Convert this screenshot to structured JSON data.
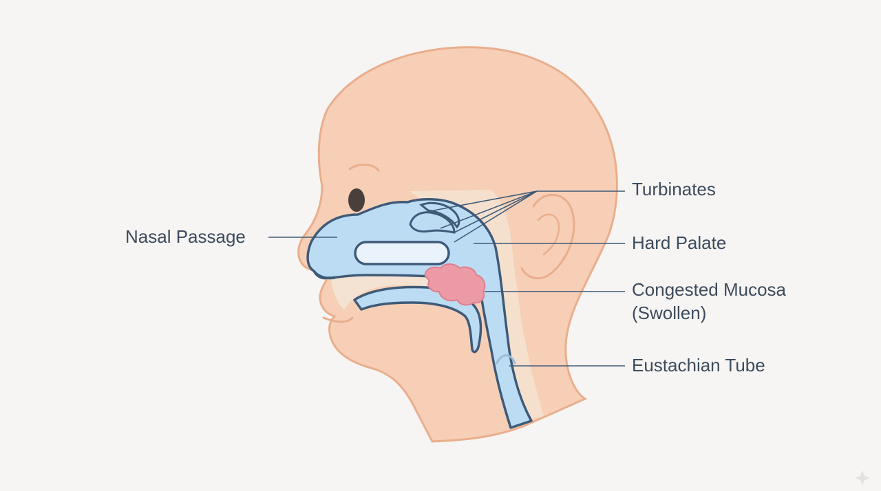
{
  "labels": {
    "nasal_passage": "Nasal Passage",
    "turbinates": "Turbinates",
    "hard_palate": "Hard Palate",
    "congested_mucosa_line1": "Congested Mucosa",
    "congested_mucosa_line2": "(Swollen)",
    "eustachian_tube": "Eustachian Tube"
  },
  "colors": {
    "background": "#f6f5f3",
    "skin": "#f6cfb6",
    "skin_outline": "#e9ae8c",
    "airway": "#bcdcf4",
    "airway_outline": "#3e5a78",
    "palate_tissue": "#f4e3d2",
    "mucosa": "#ec9ba6",
    "leader_line": "#3e5a78",
    "label_text": "#3d4b5c"
  }
}
